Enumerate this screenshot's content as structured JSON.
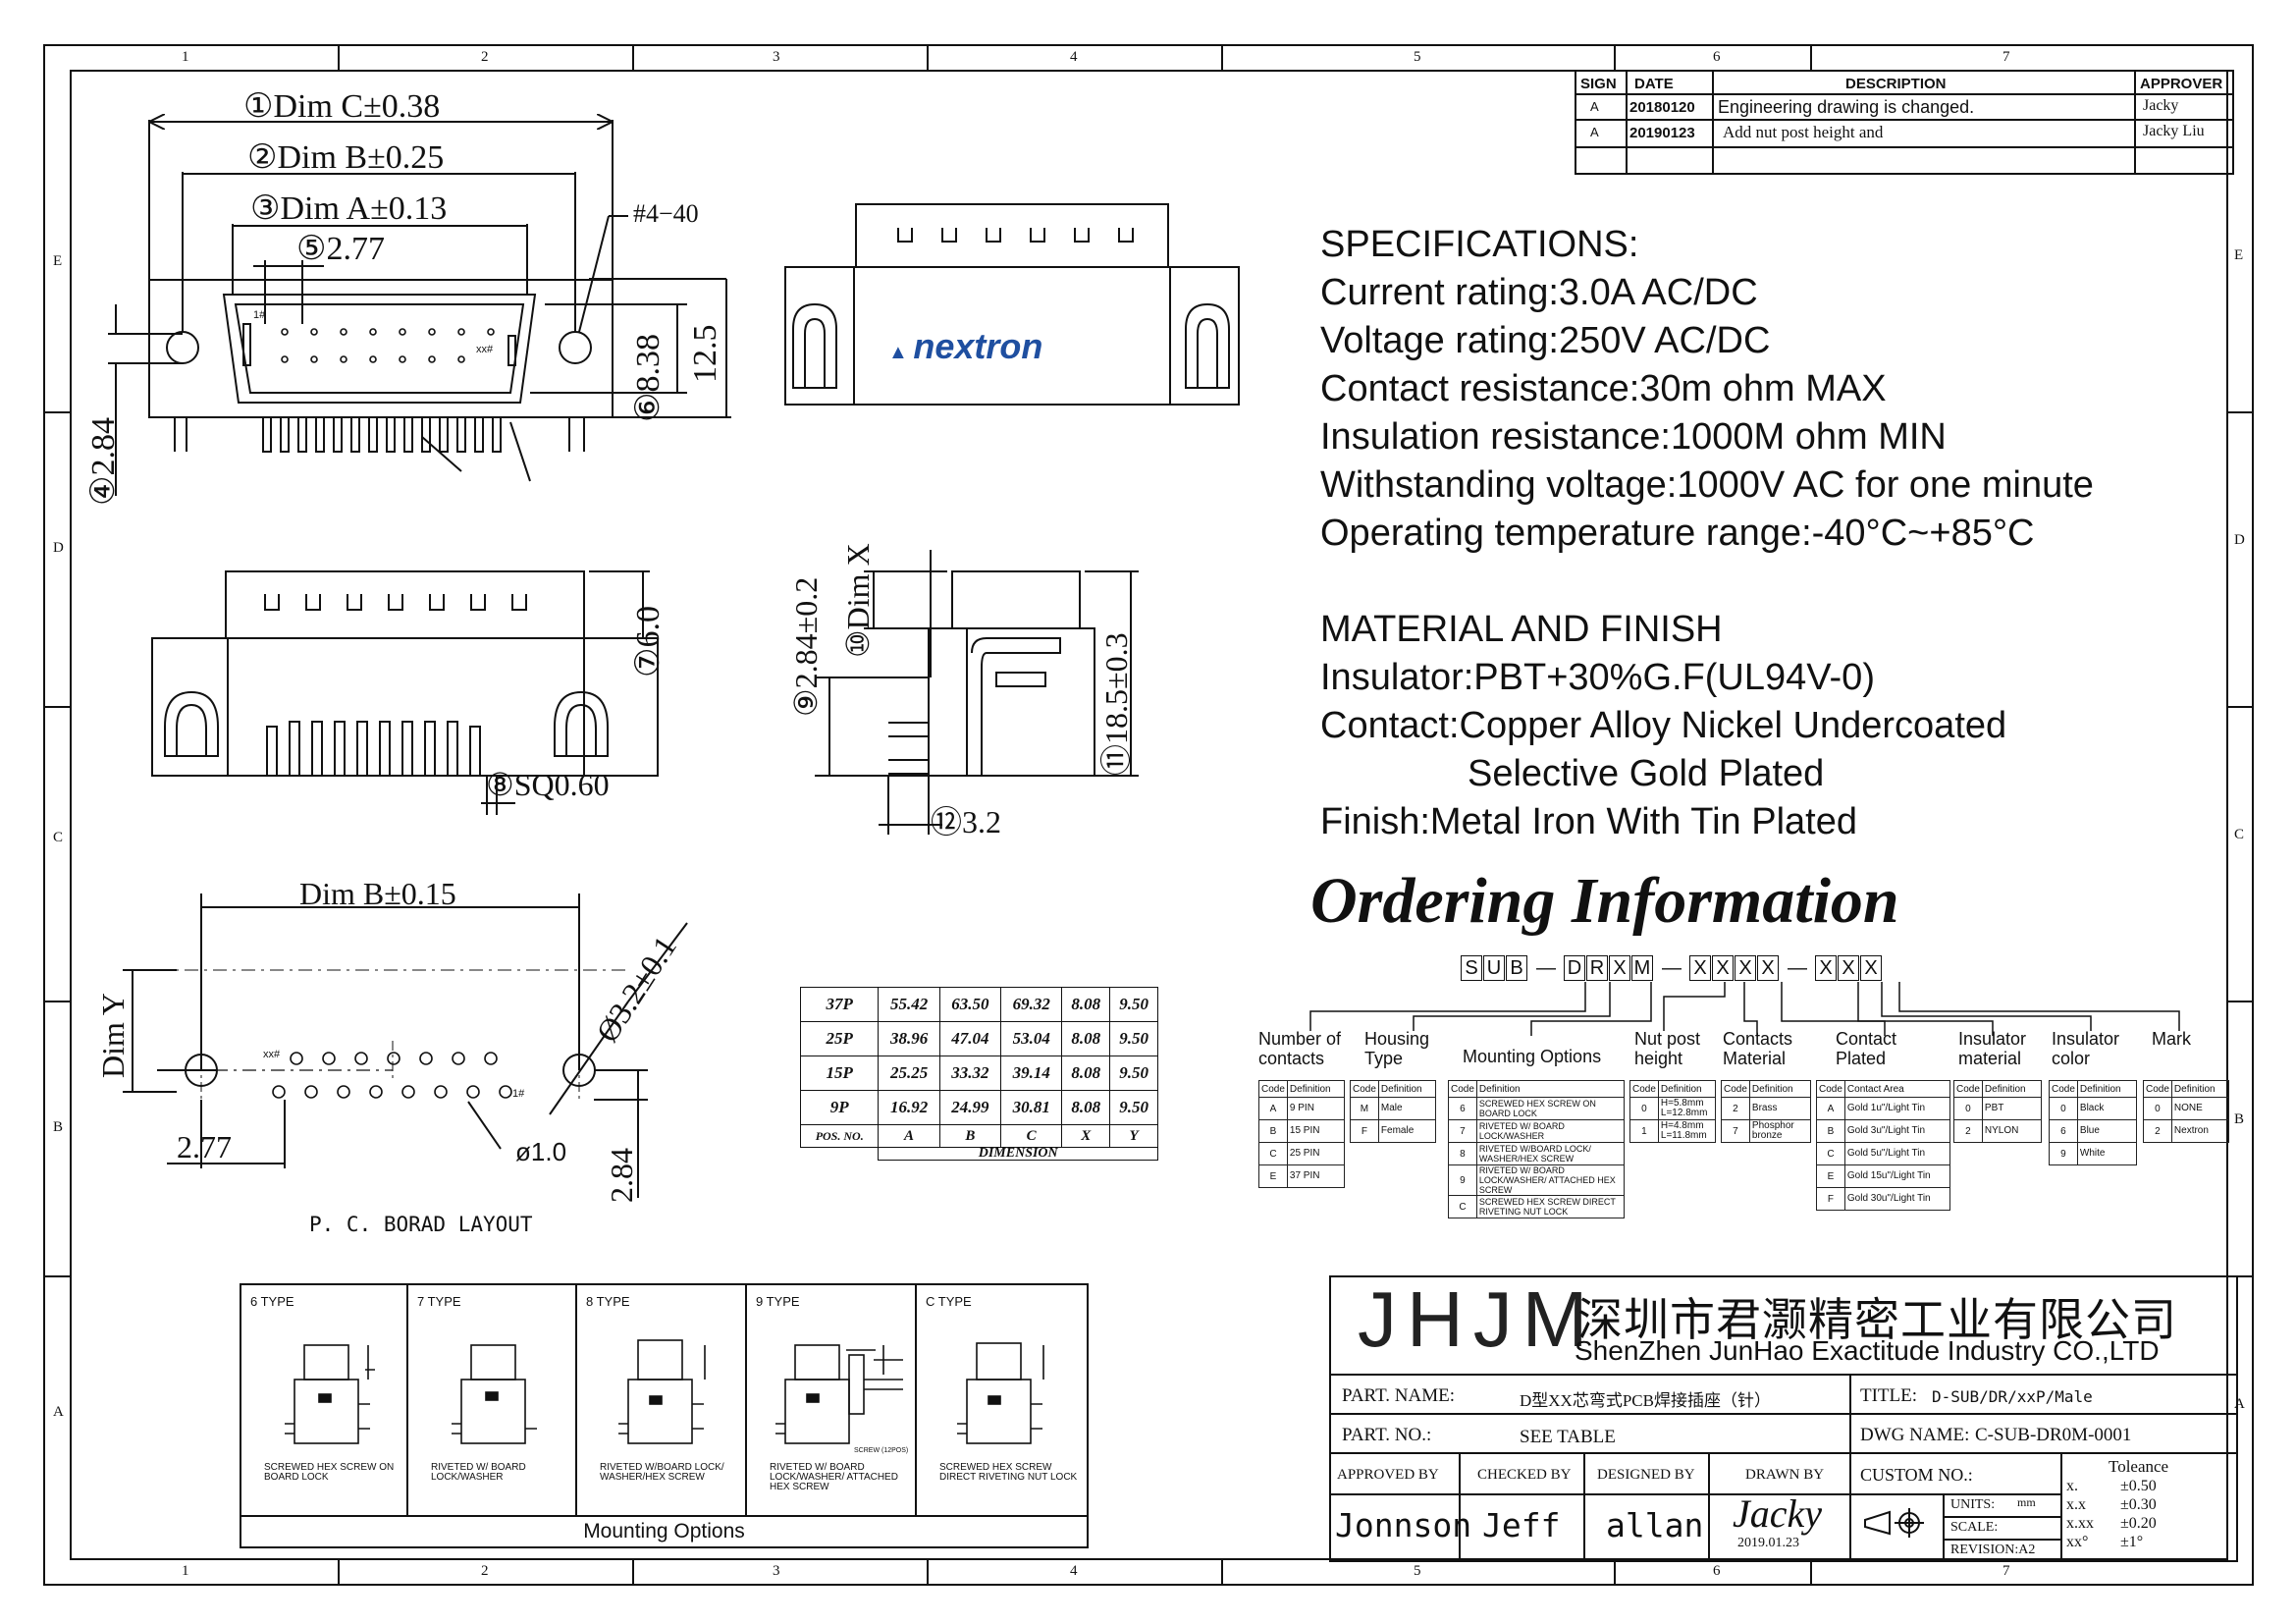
{
  "zones": {
    "cols": [
      "1",
      "2",
      "3",
      "4",
      "5",
      "6",
      "7"
    ],
    "rows": [
      "E",
      "D",
      "C",
      "B",
      "A"
    ]
  },
  "revisions": {
    "headers": [
      "SIGN",
      "DATE",
      "DESCRIPTION",
      "APPROVER"
    ],
    "rows": [
      {
        "sign": "A",
        "date": "20180120",
        "desc": "Engineering  drawing    is  changed.",
        "approver": "Jacky"
      },
      {
        "sign": "A",
        "date": "20190123",
        "desc": "Add nut post height and",
        "approver": "Jacky Liu"
      }
    ]
  },
  "specs": {
    "title": "SPECIFICATIONS:",
    "lines": [
      "Current rating:3.0A AC/DC",
      "Voltage rating:250V AC/DC",
      "Contact resistance:30m ohm MAX",
      "Insulation resistance:1000M ohm MIN",
      "Withstanding voltage:1000V AC for one minute",
      "Operating temperature range:-40°C~+85°C"
    ]
  },
  "material": {
    "title": "MATERIAL AND FINISH",
    "lines": [
      "Insulator:PBT+30%G.F(UL94V-0)",
      "Contact:Copper Alloy Nickel Undercoated",
      "Selective Gold Plated",
      "Finish:Metal Iron With Tin Plated"
    ]
  },
  "ordering": {
    "title": "Ordering Information",
    "code_groups": [
      [
        "S",
        "U",
        "B"
      ],
      [
        "D",
        "R",
        "X",
        "M"
      ],
      [
        "X",
        "X",
        "X",
        "X"
      ],
      [
        "X",
        "X",
        "X"
      ]
    ],
    "categories": [
      "Number of contacts",
      "Housing Type",
      "Mounting Options",
      "Nut post height",
      "Contacts Material",
      "Contact Plated",
      "Insulator material",
      "Insulator color",
      "Mark"
    ],
    "tables": [
      {
        "head": [
          "Code",
          "Definition"
        ],
        "rows": [
          [
            "A",
            "9 PIN"
          ],
          [
            "B",
            "15 PIN"
          ],
          [
            "C",
            "25 PIN"
          ],
          [
            "E",
            "37 PIN"
          ]
        ]
      },
      {
        "head": [
          "Code",
          "Definition"
        ],
        "rows": [
          [
            "M",
            "Male"
          ],
          [
            "F",
            "Female"
          ]
        ]
      },
      {
        "head": [
          "Code",
          "Definition"
        ],
        "rows": [
          [
            "6",
            "SCREWED HEX SCREW ON BOARD LOCK"
          ],
          [
            "7",
            "RIVETED W/ BOARD LOCK/WASHER"
          ],
          [
            "8",
            "RIVETED W/BOARD LOCK/ WASHER/HEX SCREW"
          ],
          [
            "9",
            "RIVETED W/ BOARD LOCK/WASHER/ ATTACHED HEX SCREW"
          ],
          [
            "C",
            "SCREWED HEX SCREW DIRECT RIVETING NUT LOCK"
          ]
        ]
      },
      {
        "head": [
          "Code",
          "Definition"
        ],
        "rows": [
          [
            "0",
            "H=5.8mm L=12.8mm"
          ],
          [
            "1",
            "H=4.8mm L=11.8mm"
          ]
        ]
      },
      {
        "head": [
          "Code",
          "Definition"
        ],
        "rows": [
          [
            "2",
            "Brass"
          ],
          [
            "7",
            "Phosphor bronze"
          ]
        ]
      },
      {
        "head": [
          "Code",
          "Contact Area"
        ],
        "rows": [
          [
            "A",
            "Gold 1u\"/Light Tin"
          ],
          [
            "B",
            "Gold 3u\"/Light Tin"
          ],
          [
            "C",
            "Gold 5u\"/Light Tin"
          ],
          [
            "E",
            "Gold 15u\"/Light Tin"
          ],
          [
            "F",
            "Gold 30u\"/Light Tin"
          ]
        ]
      },
      {
        "head": [
          "Code",
          "Definition"
        ],
        "rows": [
          [
            "0",
            "PBT"
          ],
          [
            "2",
            "NYLON"
          ]
        ]
      },
      {
        "head": [
          "Code",
          "Definition"
        ],
        "rows": [
          [
            "0",
            "Black"
          ],
          [
            "6",
            "Blue"
          ],
          [
            "9",
            "White"
          ]
        ]
      },
      {
        "head": [
          "Code",
          "Definition"
        ],
        "rows": [
          [
            "0",
            "NONE"
          ],
          [
            "2",
            "Nextron"
          ]
        ]
      }
    ]
  },
  "dims": {
    "dim_c": "①Dim C±0.38",
    "dim_b": "②Dim B±0.25",
    "dim_a": "③Dim A±0.13",
    "d5": "⑤2.77",
    "thread": "#4−40",
    "d6": "⑥8.38",
    "h125": "12.5",
    "d4": "④2.84",
    "d7": "⑦6.0",
    "d8": "⑧SQ0.60",
    "d9": "⑨2.84±0.2",
    "d10": "⑩Dim X",
    "d11": "⑪18.5±0.3",
    "d12": "⑫3.2",
    "pcb_dimb": "Dim B±0.15",
    "pcb_diam": "Ø3.2±0.1",
    "pcb_dimy": "Dim Y",
    "pcb_277": "2.77",
    "pcb_hole": "ø1.0",
    "pcb_284": "2.84",
    "pcb_label": "P. C. BORAD  LAYOUT",
    "pin1": "1#",
    "pinxx": "xx#",
    "brand": "nextron"
  },
  "dim_table": {
    "rows": [
      [
        "37P",
        "55.42",
        "63.50",
        "69.32",
        "8.08",
        "9.50"
      ],
      [
        "25P",
        "38.96",
        "47.04",
        "53.04",
        "8.08",
        "9.50"
      ],
      [
        "15P",
        "25.25",
        "33.32",
        "39.14",
        "8.08",
        "9.50"
      ],
      [
        "9P",
        "16.92",
        "24.99",
        "30.81",
        "8.08",
        "9.50"
      ]
    ],
    "foot": [
      "POS. NO.",
      "A",
      "B",
      "C",
      "X",
      "Y"
    ],
    "subfoot": "DIMENSION"
  },
  "mounting": {
    "title": "Mounting Options",
    "types": [
      {
        "type": "6  TYPE",
        "caption": "SCREWED HEX SCREW ON BOARD LOCK"
      },
      {
        "type": "7  TYPE",
        "caption": "RIVETED W/ BOARD LOCK/WASHER"
      },
      {
        "type": "8  TYPE",
        "caption": "RIVETED W/BOARD LOCK/ WASHER/HEX SCREW"
      },
      {
        "type": "9  TYPE",
        "caption": "RIVETED W/ BOARD LOCK/WASHER/ ATTACHED HEX SCREW"
      },
      {
        "type": "C  TYPE",
        "caption": "SCREWED HEX SCREW DIRECT RIVETING NUT LOCK"
      }
    ],
    "screw_note": "SCREW (12POS)"
  },
  "title_block": {
    "logo": "JHJM",
    "company_cn": "深圳市君灏精密工业有限公司",
    "company_en": "ShenZhen JunHao Exactitude Industry CO.,LTD",
    "part_name_label": "PART. NAME:",
    "part_name": "D型XX芯弯式PCB焊接插座（针）",
    "title_label": "TITLE:",
    "title": "D-SUB/DR/xxP/Male",
    "part_no_label": "PART. NO.:",
    "part_no": "SEE TABLE",
    "dwg_label": "DWG NAME:",
    "dwg": "C-SUB-DR0M-0001",
    "approved_label": "APPROVED BY",
    "checked_label": "CHECKED BY",
    "designed_label": "DESIGNED BY",
    "drawn_label": "DRAWN BY",
    "custom_label": "CUSTOM NO.:",
    "approved": "Jonnson",
    "checked": "Jeff",
    "designed": "allan",
    "drawn": "Jacky",
    "drawn_date": "2019.01.23",
    "units_label": "UNITS:",
    "units": "mm",
    "scale_label": "SCALE:",
    "revision": "REVISION:A2",
    "tolerance_title": "Toleance",
    "tolerance": [
      [
        "x.",
        "±0.50"
      ],
      [
        "x.x",
        "±0.30"
      ],
      [
        "x.xx",
        "±0.20"
      ],
      [
        "xx°",
        "±1°"
      ]
    ]
  }
}
